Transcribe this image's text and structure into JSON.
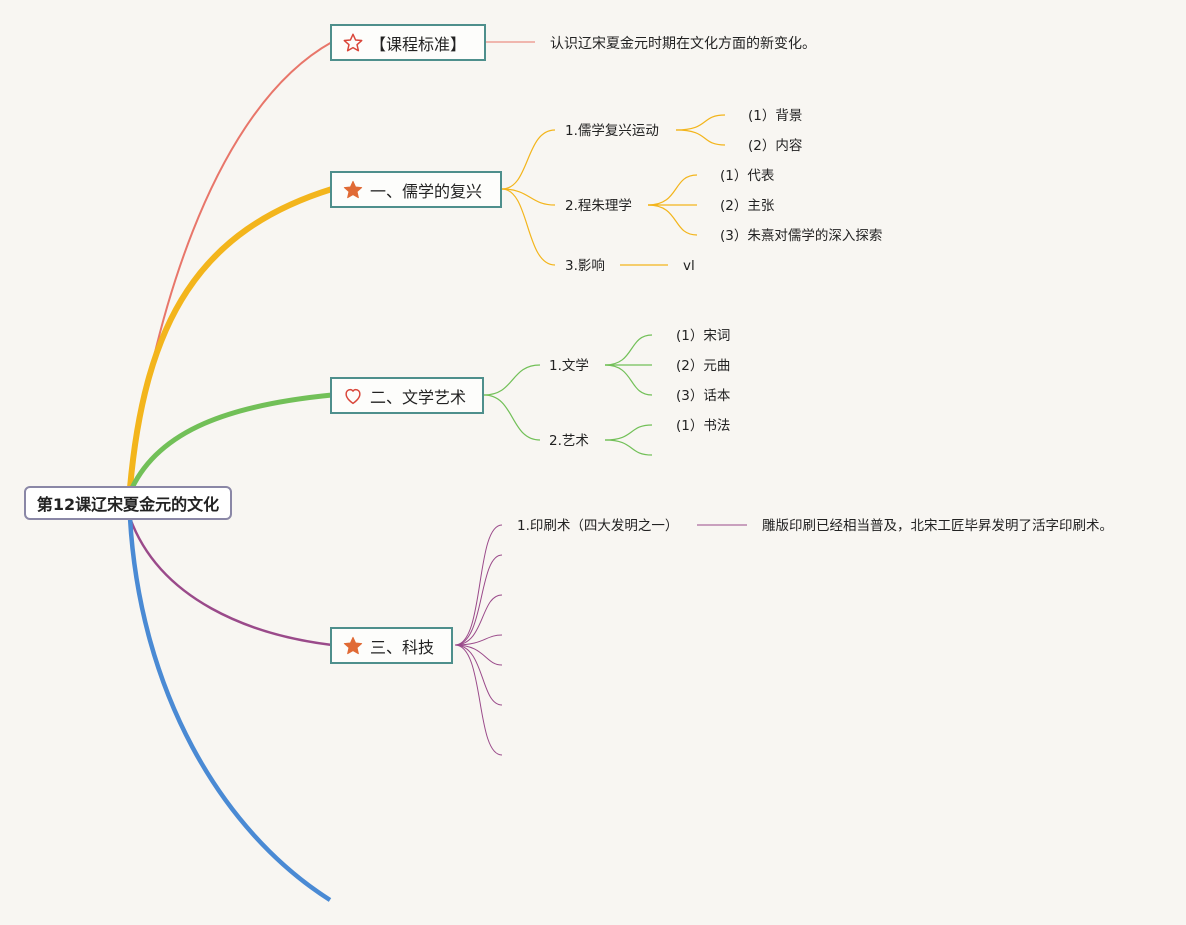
{
  "root": {
    "title": "第12课辽宋夏金元的文化"
  },
  "branches": {
    "standard": {
      "title": "【课程标准】",
      "icon": "star-outline-icon",
      "color": "#e8766a",
      "note": "认识辽宋夏金元时期在文化方面的新变化。"
    },
    "confucian": {
      "title": "一、儒学的复兴",
      "icon": "star-filled-icon",
      "color": "#f3b51c",
      "sub1": {
        "title": "1.儒学复兴运动",
        "items": [
          "(1）背景",
          "(2）内容"
        ]
      },
      "sub2": {
        "title": "2.程朱理学",
        "items": [
          "(1）代表",
          "(2）主张",
          "(3）朱熹对儒学的深入探索"
        ]
      },
      "sub3": {
        "title": "3.影响",
        "items": [
          "vl"
        ]
      }
    },
    "literature": {
      "title": "二、文学艺术",
      "icon": "heart-outline-icon",
      "color": "#72c058",
      "sub1": {
        "title": "1.文学",
        "items": [
          "(1）宋词",
          "(2）元曲",
          "(3）话本"
        ]
      },
      "sub2": {
        "title": "2.艺术",
        "items": [
          "(1）书法"
        ]
      }
    },
    "science": {
      "title": "三、科技",
      "icon": "star-filled-icon",
      "color": "#9a4a8a",
      "sub1": {
        "title": "1.印刷术（四大发明之一）",
        "note": "雕版印刷已经相当普及，北宋工匠毕昇发明了活字印刷术。"
      }
    },
    "extra": {
      "color": "#4a8ad4"
    }
  }
}
